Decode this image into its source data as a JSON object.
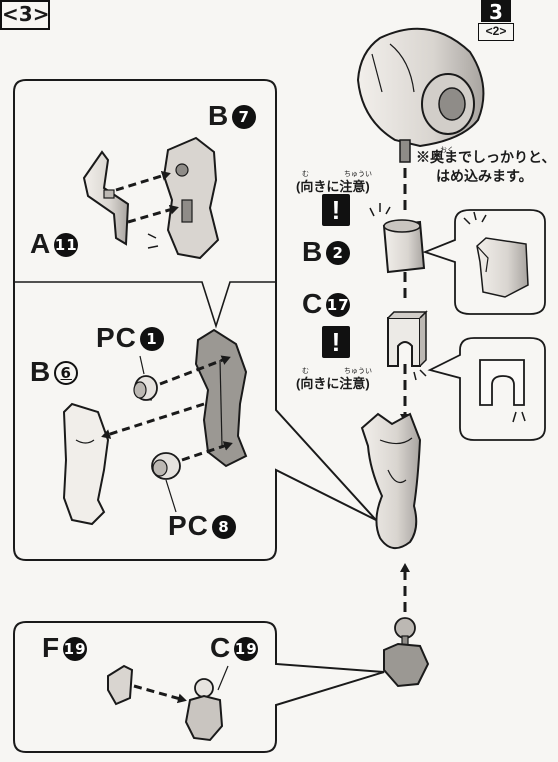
{
  "step": "3",
  "reference": {
    "number": "3",
    "sub": "<2>"
  },
  "note": {
    "line1": "※奥までしっかりと、",
    "line2": "はめ込みます。",
    "ruby": "おく"
  },
  "caution": {
    "text": "(向きに注意)",
    "ruby_mu": "む",
    "ruby_chui": "ちゅうい",
    "mark": "!"
  },
  "labels": {
    "a11": {
      "letter": "A",
      "num": "11"
    },
    "b7": {
      "letter": "B",
      "num": "7"
    },
    "b6": {
      "letter": "B",
      "num": "6"
    },
    "pc1": {
      "letter": "PC",
      "num": "1"
    },
    "pc8": {
      "letter": "PC",
      "num": "8"
    },
    "b2": {
      "letter": "B",
      "num": "2"
    },
    "c17": {
      "letter": "C",
      "num": "17"
    },
    "f19": {
      "letter": "F",
      "num": "19"
    },
    "c19": {
      "letter": "C",
      "num": "19"
    }
  },
  "colors": {
    "ink": "#1a1a1a",
    "part_fill": "#e6e3df",
    "part_shade": "#8f8c88",
    "page": "#f7f6f3"
  }
}
